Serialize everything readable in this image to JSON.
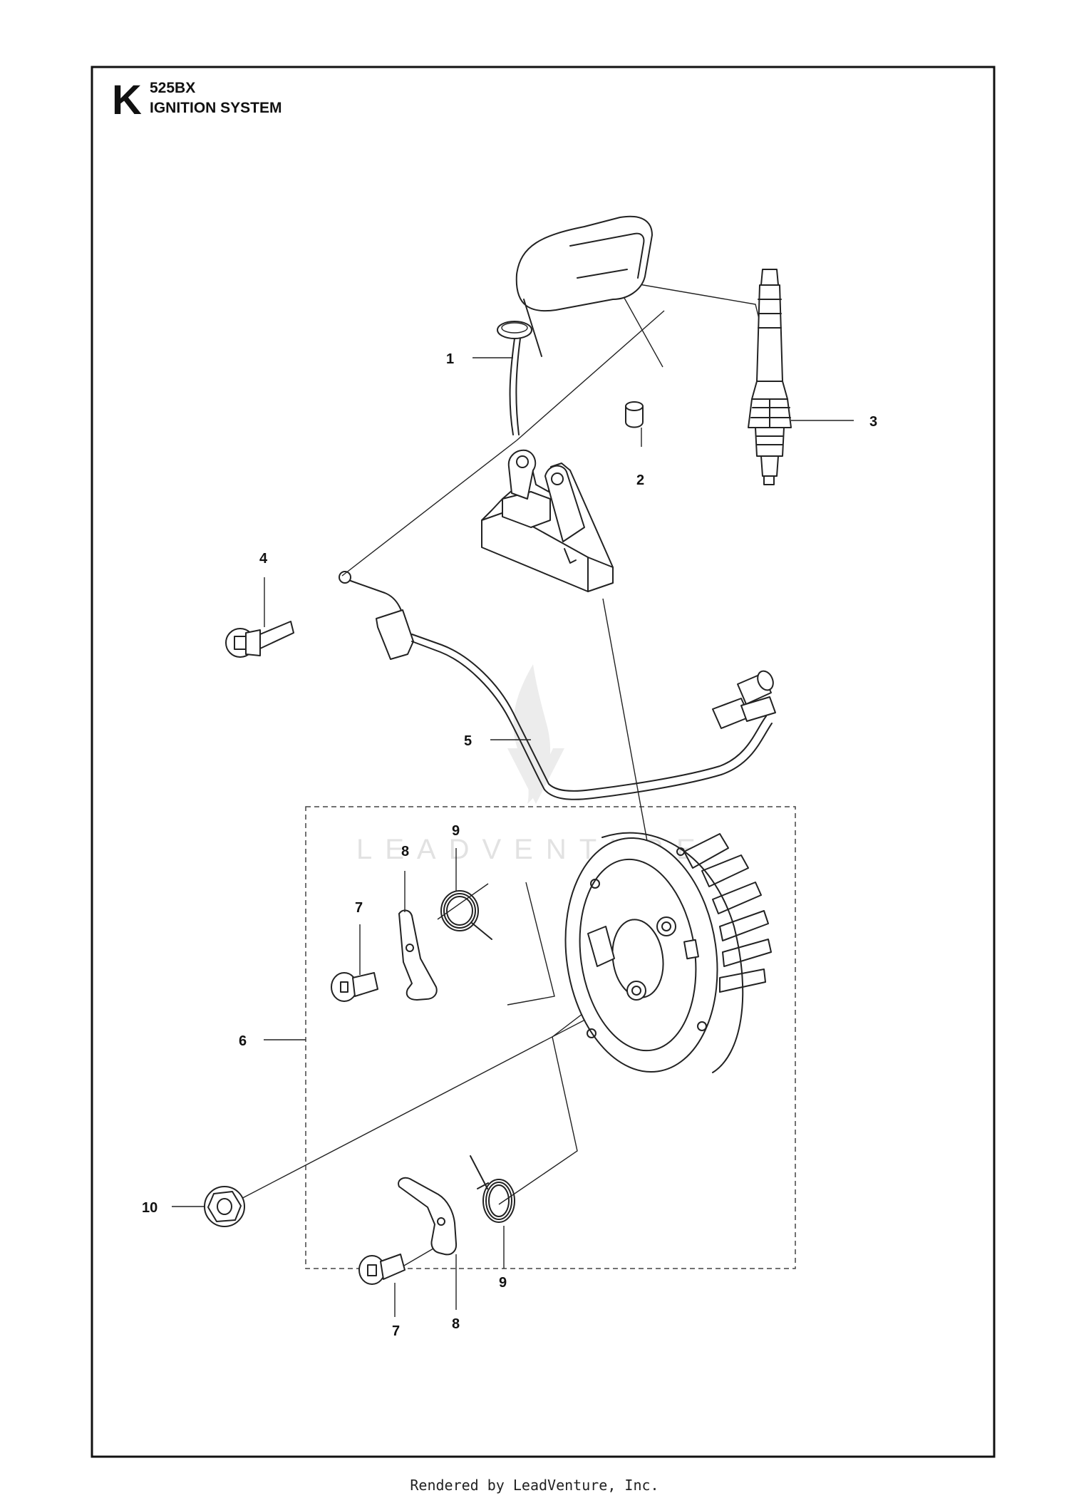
{
  "header": {
    "section_letter": "K",
    "model": "525BX",
    "title": "IGNITION SYSTEM"
  },
  "watermark": {
    "text": "LEADVENTURE"
  },
  "callouts": {
    "c1": "1",
    "c2": "2",
    "c3": "3",
    "c4": "4",
    "c5": "5",
    "c6": "6",
    "c7a": "7",
    "c7b": "7",
    "c8a": "8",
    "c8b": "8",
    "c9a": "9",
    "c9b": "9",
    "c10": "10"
  },
  "footer": {
    "text": "Rendered by LeadVenture, Inc."
  }
}
